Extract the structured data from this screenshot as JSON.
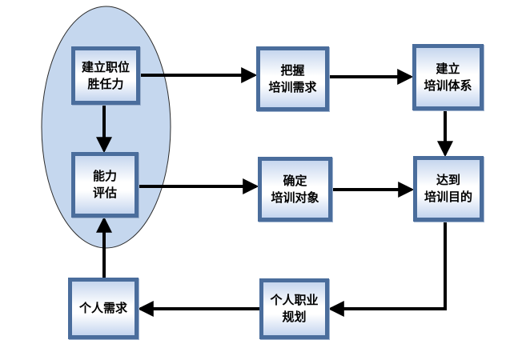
{
  "diagram": {
    "type": "flowchart",
    "colors": {
      "node_border": "#4a6d9c",
      "node_fill_edge": "#c6d6ee",
      "node_fill_center": "#ffffff",
      "group_fill": "#c5d7ee",
      "group_stroke": "#2b2b2b",
      "arrow": "#000000"
    },
    "nodes": [
      {
        "id": "n1",
        "label": "建立职位\n胜任力"
      },
      {
        "id": "n2",
        "label": "能力\n评估"
      },
      {
        "id": "n3",
        "label": "把握\n培训需求"
      },
      {
        "id": "n4",
        "label": "建立\n培训体系"
      },
      {
        "id": "n5",
        "label": "确定\n培训对象"
      },
      {
        "id": "n6",
        "label": "达到\n培训目的"
      },
      {
        "id": "n7",
        "label": "个人职业\n规划"
      },
      {
        "id": "n8",
        "label": "个人需求"
      }
    ],
    "groups": [
      {
        "id": "g1",
        "shape": "ellipse",
        "contains": [
          "n1",
          "n2"
        ]
      }
    ],
    "edges": [
      {
        "from": "n1",
        "to": "n3"
      },
      {
        "from": "n3",
        "to": "n4"
      },
      {
        "from": "n4",
        "to": "n6"
      },
      {
        "from": "n1",
        "to": "n2"
      },
      {
        "from": "n2",
        "to": "n5"
      },
      {
        "from": "n5",
        "to": "n6"
      },
      {
        "from": "n6",
        "to": "n7"
      },
      {
        "from": "n7",
        "to": "n8"
      },
      {
        "from": "n8",
        "to": "n2"
      }
    ]
  }
}
